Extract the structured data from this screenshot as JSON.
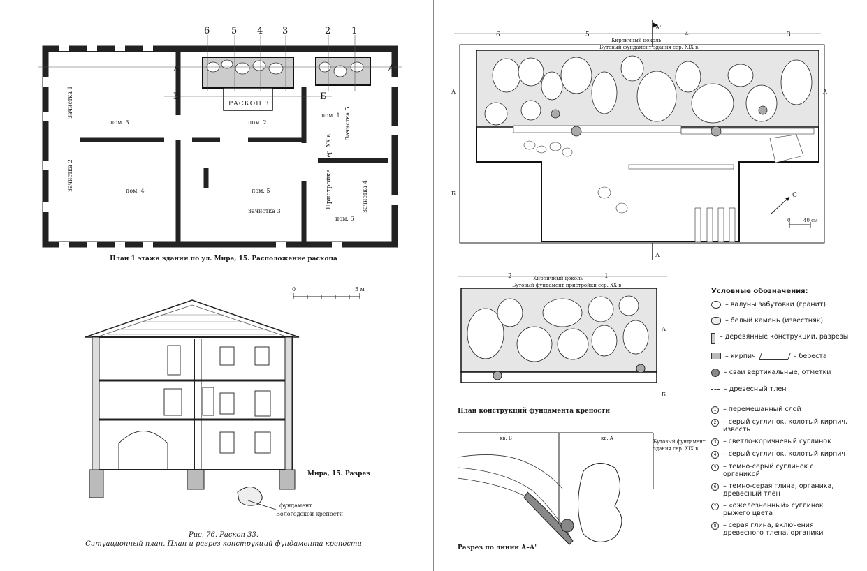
{
  "left_page": {
    "floor_plan": {
      "caption": "План 1 этажа здания по ул. Мира, 15. Расположение раскопа",
      "axis_numbers": [
        "6",
        "5",
        "4",
        "3",
        "2",
        "1"
      ],
      "axis_letters": [
        "А",
        "Б",
        "А",
        "Б"
      ],
      "excavation_label": "РАСКОП 33",
      "rooms": [
        "пом. 3",
        "пом. 2",
        "пом. 1",
        "пом. 4",
        "пом. 5",
        "пом. 6"
      ],
      "vertical_labels": [
        "Зачистка 1",
        "Зачистка 2",
        "Зачистка 5",
        "Зачистка 4",
        "Пристройка",
        "сер. XX в."
      ],
      "horizontal_label": "Зачистка 3"
    },
    "section": {
      "scale_start": "0",
      "scale_end": "5 м",
      "title": "Мира, 15. Разрез",
      "foundation_label_1": "фундамент",
      "foundation_label_2": "Вологодской крепости"
    },
    "figure_caption": {
      "line1": "Рис. 76. Раскоп 33.",
      "line2": "Ситуационный план. План и разрез конструкций фундамента крепости"
    }
  },
  "right_page": {
    "top_plan": {
      "section_marker_top": "А'",
      "section_marker_bottom": "А",
      "axis_numbers": [
        "6",
        "5",
        "4",
        "3"
      ],
      "labels": [
        "Кирпичный цоколь",
        "Бутовый фундамент здания сер. XIX в."
      ],
      "side_letters": [
        "А",
        "А",
        "Б"
      ],
      "north": "С",
      "scale_start": "0",
      "scale_end": "40 см"
    },
    "bottom_plan": {
      "axis_numbers": [
        "2",
        "1"
      ],
      "labels": [
        "Кирпичный цоколь",
        "Бутовый фундамент пристройки сер. XX в."
      ],
      "side_letters": [
        "А",
        "Б"
      ],
      "caption": "План конструкций фундамента крепости"
    },
    "section_cut": {
      "labels": [
        "кв. Б",
        "кв. А"
      ],
      "note_line1": "Бутовый фундамент",
      "note_line2": "здания сер. XIX в.",
      "caption": "Разрез по линии А–А'"
    },
    "legend": {
      "title": "Условные обозначения:",
      "symbols": [
        "– валуны забутовки (гранит)",
        "– белый камень (известняк)",
        "– деревянные конструкции, разрезы",
        "– кирпич",
        "– береста",
        "– сваи вертикальные, отметки",
        "– древесный тлен"
      ],
      "layers": [
        {
          "n": "1",
          "text": "– перемешанный слой"
        },
        {
          "n": "2",
          "text": "– серый суглинок, колотый кирпич, известь"
        },
        {
          "n": "3",
          "text": "– светло-коричневый суглинок"
        },
        {
          "n": "4",
          "text": "– серый суглинок, колотый кирпич"
        },
        {
          "n": "5",
          "text": "– темно-серый суглинок с органикой"
        },
        {
          "n": "6",
          "text": "– темно-серая глина, органика, древесный тлен"
        },
        {
          "n": "7",
          "text": "– «ожелезненный» суглинок рыжего цвета"
        },
        {
          "n": "8",
          "text": "– серая глина, включения древесного тлена, органики"
        }
      ]
    }
  }
}
